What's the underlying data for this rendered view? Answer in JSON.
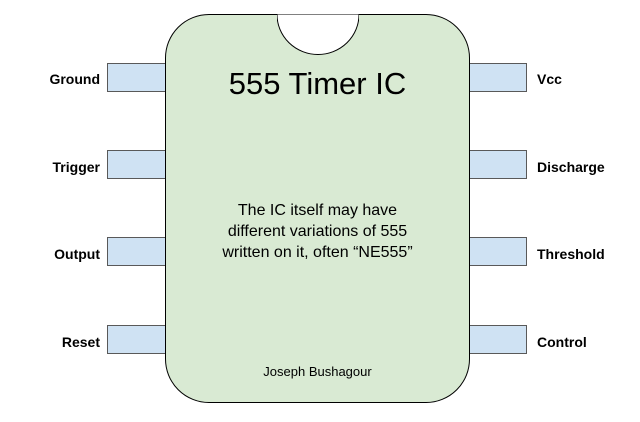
{
  "chip": {
    "title": "555 Timer IC",
    "note_lines": [
      "The IC itself may have",
      "different variations of 555",
      "written on it, often “NE555”"
    ],
    "author": "Joseph Bushagour",
    "body_color": "#d9ead3",
    "pin_color": "#cfe2f3"
  },
  "pins": {
    "left": [
      "Ground",
      "Trigger",
      "Output",
      "Reset"
    ],
    "right": [
      "Vcc",
      "Discharge",
      "Threshold",
      "Control"
    ]
  }
}
